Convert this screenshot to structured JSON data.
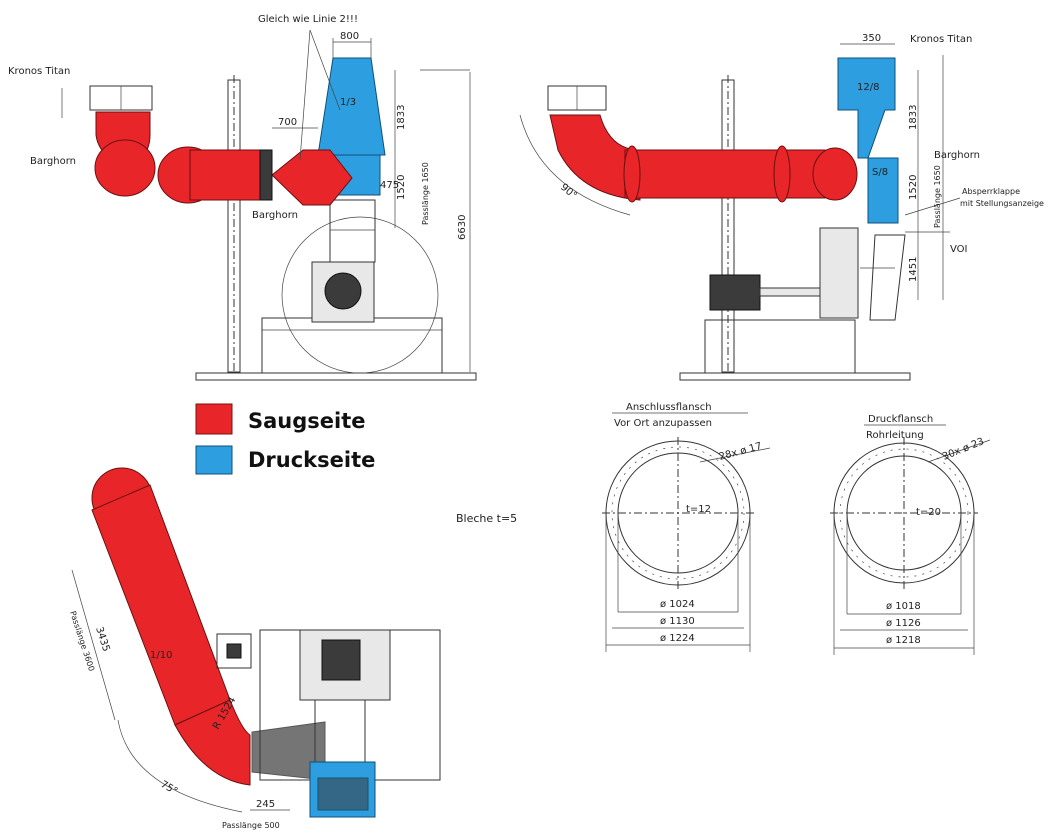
{
  "view1": {
    "note_top": "Gleich wie Linie 2!!!",
    "kronos": "Kronos Titan",
    "barghorn_left": "Barghorn",
    "barghorn_mid": "Barghorn",
    "dim_800": "800",
    "dim_700": "700",
    "dim_1833": "1833",
    "dim_1520": "1520",
    "dim_475": "475",
    "dim_6630": "6630",
    "passlaenge": "Passlänge 1650"
  },
  "view2": {
    "kronos": "Kronos Titan",
    "dim_350": "350",
    "dim_1833": "1833",
    "dim_1520": "1520",
    "dim_1451": "1451",
    "barghorn": "Barghorn",
    "absperr_line1": "Absperrklappe",
    "absperr_line2": "mit Stellungsanzeige",
    "vol": "VOI",
    "angle": "90°",
    "passlaenge": "Passlänge 1650"
  },
  "legend": {
    "items": [
      {
        "label": "Saugseite",
        "color": "#e8262a"
      },
      {
        "label": "Druckseite",
        "color": "#2d9fe0"
      }
    ]
  },
  "bleche": "Bleche t=5",
  "view3": {
    "dim_3435": "3435",
    "passlaenge_3600": "Passlänge 3600",
    "radius": "R 1524",
    "angle": "75°",
    "dim_245": "245",
    "passlaenge_500": "Passlänge 500"
  },
  "flange1": {
    "title_line1": "Anschlussflansch",
    "title_line2": "Vor Ort anzupassen",
    "holes": "28x ø 17",
    "thickness": "t=12",
    "d_inner": "ø 1024",
    "d_bolt": "ø 1130",
    "d_outer": "ø 1224"
  },
  "flange2": {
    "title_line1": "Druckflansch",
    "title_line2": "Rohrleitung",
    "holes": "30x ø 23",
    "thickness": "t=20",
    "d_inner": "ø 1018",
    "d_bolt": "ø 1126",
    "d_outer": "ø 1218"
  },
  "colors": {
    "suction": "#e8262a",
    "pressure": "#2d9fe0"
  }
}
